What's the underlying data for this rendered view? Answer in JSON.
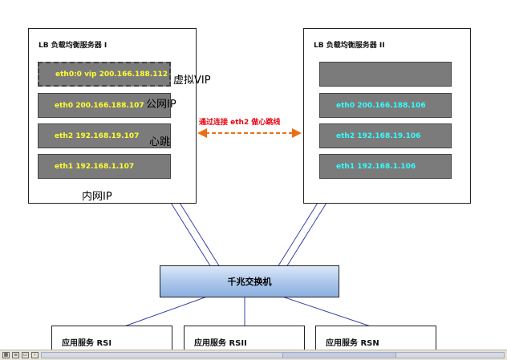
{
  "server_left": {
    "title": "LB 负载均衡服务器 I",
    "nics": [
      {
        "label": "eth0:0 vip 200.166.188.112"
      },
      {
        "label": "eth0 200.166.188.107"
      },
      {
        "label": "eth2 192.168.19.107"
      },
      {
        "label": "eth1 192.168.1.107"
      }
    ],
    "bottom_note": "内网IP"
  },
  "server_right": {
    "title": "LB 负载均衡服务器 II",
    "nics": [
      {
        "label": ""
      },
      {
        "label": "eth0 200.166.188.106"
      },
      {
        "label": "eth2 192.168.19.106"
      },
      {
        "label": "eth1 192.168.1.106"
      }
    ]
  },
  "annotations": {
    "vip": "虚拟VIP",
    "public_ip": "公网IP",
    "heartbeat": "心跳"
  },
  "heartbeat_link": {
    "label": "通过连接 eth2 做心跳线",
    "color": "#e8701a"
  },
  "switch": {
    "label": "千兆交换机"
  },
  "app_servers": [
    {
      "label": "应用服务 RSI"
    },
    {
      "label": "应用服务 RSII"
    },
    {
      "label": "应用服务 RSN"
    }
  ],
  "colors": {
    "nic_fill": "#7b7b7b",
    "nic_text_left": "#ffff33",
    "nic_text_right": "#33ffff",
    "link_blue": "#3344aa",
    "heartbeat_text": "#e8000b"
  }
}
